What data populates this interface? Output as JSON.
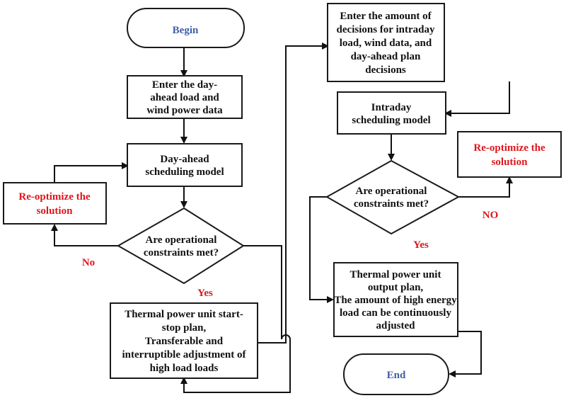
{
  "nodes": {
    "begin": {
      "text": [
        "Begin"
      ]
    },
    "enter_dayahead": {
      "text": [
        "Enter the day-",
        "ahead load and",
        "wind power data"
      ]
    },
    "dayahead_model": {
      "text": [
        "Day-ahead",
        "scheduling model"
      ]
    },
    "reopt_left": {
      "text": [
        "Re-optimize the",
        "solution"
      ]
    },
    "decision_left": {
      "text": [
        "Are operational",
        "constraints met?"
      ]
    },
    "thermal_startstop": {
      "text": [
        "Thermal power unit start-",
        "stop plan,",
        "Transferable and",
        "interruptible adjustment of",
        "high load loads"
      ]
    },
    "enter_intraday": {
      "text": [
        "Enter the amount of",
        "decisions for intraday",
        "load, wind data, and",
        "day-ahead plan",
        "decisions"
      ]
    },
    "intraday_model": {
      "text": [
        "Intraday",
        "scheduling model"
      ]
    },
    "reopt_right": {
      "text": [
        "Re-optimize the",
        "solution"
      ]
    },
    "decision_right": {
      "text": [
        "Are operational",
        "constraints met?"
      ]
    },
    "thermal_output": {
      "text": [
        "Thermal power unit",
        "output plan,",
        "The amount of high energy",
        "load can be continuously",
        "adjusted"
      ]
    },
    "end": {
      "text": [
        "End"
      ]
    }
  },
  "edge_labels": {
    "left_no": "No",
    "left_yes": "Yes",
    "right_no": "NO",
    "right_yes": "Yes"
  },
  "colors": {
    "stroke": "#1a1a1a",
    "text": "#111111",
    "accent_red": "#e0161b",
    "accent_blue": "#3f5fa8"
  }
}
